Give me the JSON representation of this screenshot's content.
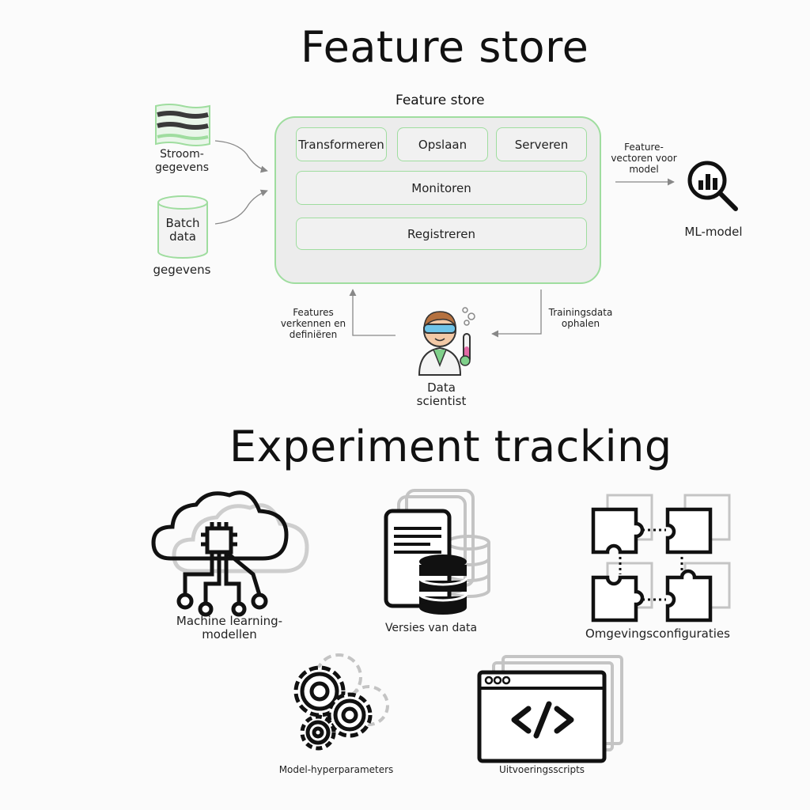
{
  "feature_store": {
    "heading": "Feature store",
    "panel_title": "Feature store",
    "modules": {
      "transform": "Transformeren",
      "store": "Opslaan",
      "serve": "Serveren",
      "monitor": "Monitoren",
      "register": "Registreren"
    },
    "sources": {
      "stream_line1": "Stroom-",
      "stream_line2": "gegevens",
      "batch_line1": "Batch",
      "batch_line2": "data",
      "batch_caption": "gegevens"
    },
    "output": {
      "vectors_line1": "Feature-",
      "vectors_line2": "vectoren voor",
      "vectors_line3": "model",
      "model_label": "ML-model"
    },
    "scientist": {
      "explore_line1": "Features",
      "explore_line2": "verkennen en",
      "explore_line3": "definiëren",
      "fetch_line1": "Trainingsdata",
      "fetch_line2": "ophalen",
      "name_line1": "Data",
      "name_line2": "scientist"
    }
  },
  "experiment_tracking": {
    "heading": "Experiment tracking",
    "items": [
      {
        "line1": "Machine learning-",
        "line2": "modellen",
        "icon": "cloud-network-icon"
      },
      {
        "line1": "Versies van data",
        "line2": "",
        "icon": "document-database-icon"
      },
      {
        "line1": "Omgevingsconfiguraties",
        "line2": "",
        "icon": "puzzle-pieces-icon"
      },
      {
        "line1": "Model-hyperparameters",
        "line2": "",
        "icon": "gears-icon"
      },
      {
        "line1": "Uitvoeringsscripts",
        "line2": "",
        "icon": "code-window-icon"
      }
    ]
  },
  "colors": {
    "accent_green": "#9fdd9f",
    "panel_fill": "#ececec",
    "icon_stroke": "#111111",
    "ghost_stroke": "#bdbdbd"
  }
}
